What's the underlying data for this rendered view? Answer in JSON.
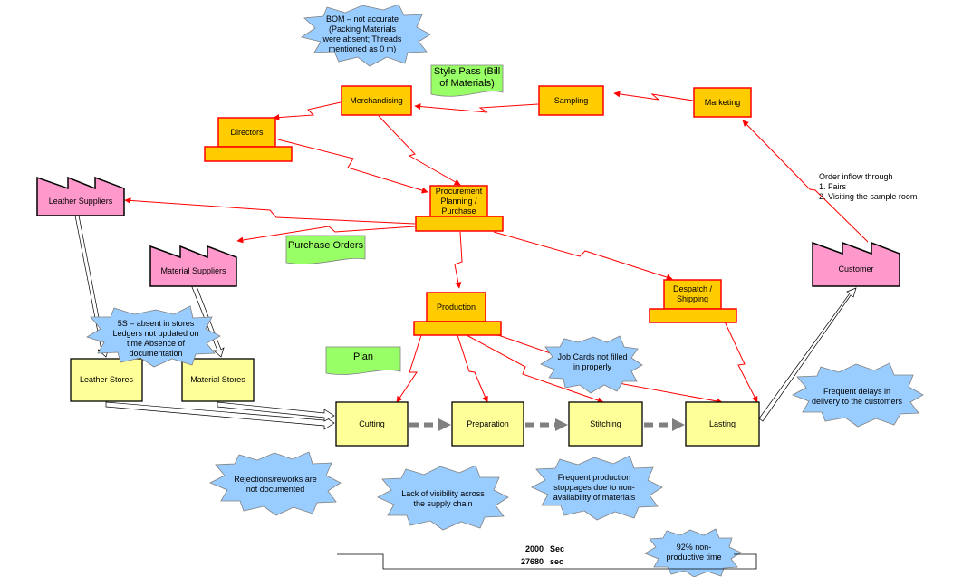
{
  "process": {
    "marketing": "Marketing",
    "sampling": "Sampling",
    "merchandising": "Merchandising",
    "directors": "Directors",
    "procurement": "Procurement Planning / Purchase",
    "production": "Production",
    "despatch": "Despatch / Shipping",
    "cutting": "Cutting",
    "preparation": "Preparation",
    "stitching": "Stitching",
    "lasting": "Lasting",
    "leather_stores": "Leather Stores",
    "material_stores": "Material Stores"
  },
  "factories": {
    "leather_suppliers": "Leather Suppliers",
    "material_suppliers": "Material Suppliers",
    "customer": "Customer"
  },
  "documents": {
    "style_pass": "Style Pass (Bill of Materials)",
    "purchase_orders": "Purchase Orders",
    "plan": "Plan"
  },
  "bursts": {
    "bom": "BOM – not accurate (Packing Materials were absent; Threads mentioned as 0 m)",
    "fives": "5S – absent in stores Ledgers not updated on time Absence of documentation",
    "job_cards": "Job Cards not filled in properly",
    "frequent_delays": "Frequent delays in delivery to the customers",
    "rejections": "Rejections/reworks are not documented",
    "visibility": "Lack of visibility across the supply chain",
    "stoppages": "Frequent production stoppages due to non-availability of materials",
    "non_productive": "92% non-productive time"
  },
  "order_inflow": {
    "line1": "Order inflow through",
    "line2": "1. Fairs",
    "line3": "2. Visiting the sample room"
  },
  "timeline": {
    "value1": "2000",
    "unit1": "Sec",
    "value2": "27680",
    "unit2": "sec"
  },
  "colors": {
    "orange_fill": "#FFCC00",
    "red_line": "#FF0000",
    "pink_fill": "#FF99CC",
    "yellow_fill": "#FFFF99",
    "green_fill": "#99FF66",
    "blue_fill": "#99CCFF",
    "grey_arrow": "#808080"
  }
}
